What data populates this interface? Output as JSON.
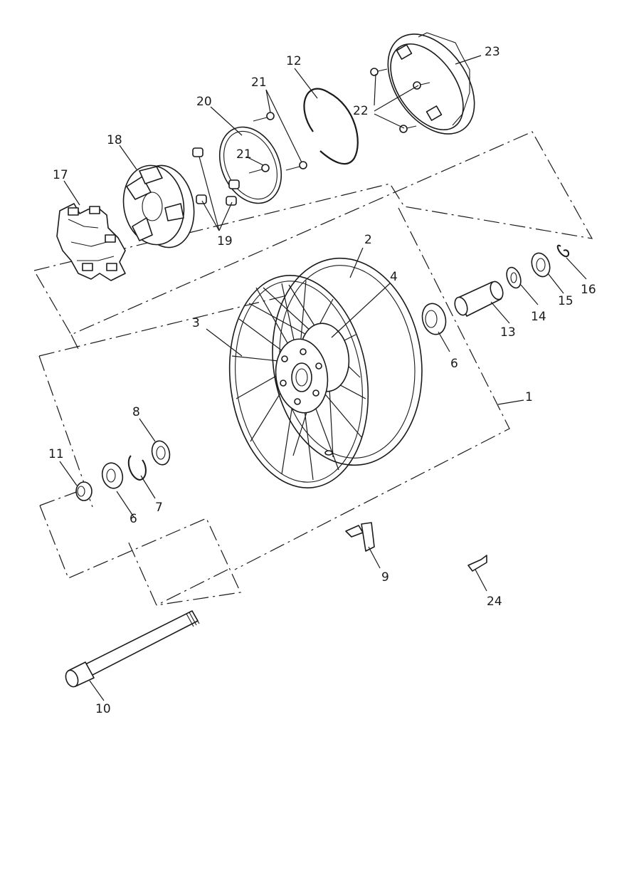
{
  "diagram": {
    "colors": {
      "line": "#1a1a1a",
      "background": "#ffffff"
    },
    "callouts": [
      {
        "name": "callout-1",
        "label": "1"
      },
      {
        "name": "callout-2",
        "label": "2"
      },
      {
        "name": "callout-3",
        "label": "3"
      },
      {
        "name": "callout-4",
        "label": "4"
      },
      {
        "name": "callout-6a",
        "label": "6"
      },
      {
        "name": "callout-6b",
        "label": "6"
      },
      {
        "name": "callout-7",
        "label": "7"
      },
      {
        "name": "callout-8",
        "label": "8"
      },
      {
        "name": "callout-9",
        "label": "9"
      },
      {
        "name": "callout-10",
        "label": "10"
      },
      {
        "name": "callout-11",
        "label": "11"
      },
      {
        "name": "callout-12",
        "label": "12"
      },
      {
        "name": "callout-13",
        "label": "13"
      },
      {
        "name": "callout-14",
        "label": "14"
      },
      {
        "name": "callout-15",
        "label": "15"
      },
      {
        "name": "callout-16",
        "label": "16"
      },
      {
        "name": "callout-17",
        "label": "17"
      },
      {
        "name": "callout-18",
        "label": "18"
      },
      {
        "name": "callout-19",
        "label": "19"
      },
      {
        "name": "callout-20",
        "label": "20"
      },
      {
        "name": "callout-21a",
        "label": "21"
      },
      {
        "name": "callout-21b",
        "label": "21"
      },
      {
        "name": "callout-22",
        "label": "22"
      },
      {
        "name": "callout-23",
        "label": "23"
      },
      {
        "name": "callout-24",
        "label": "24"
      }
    ]
  }
}
